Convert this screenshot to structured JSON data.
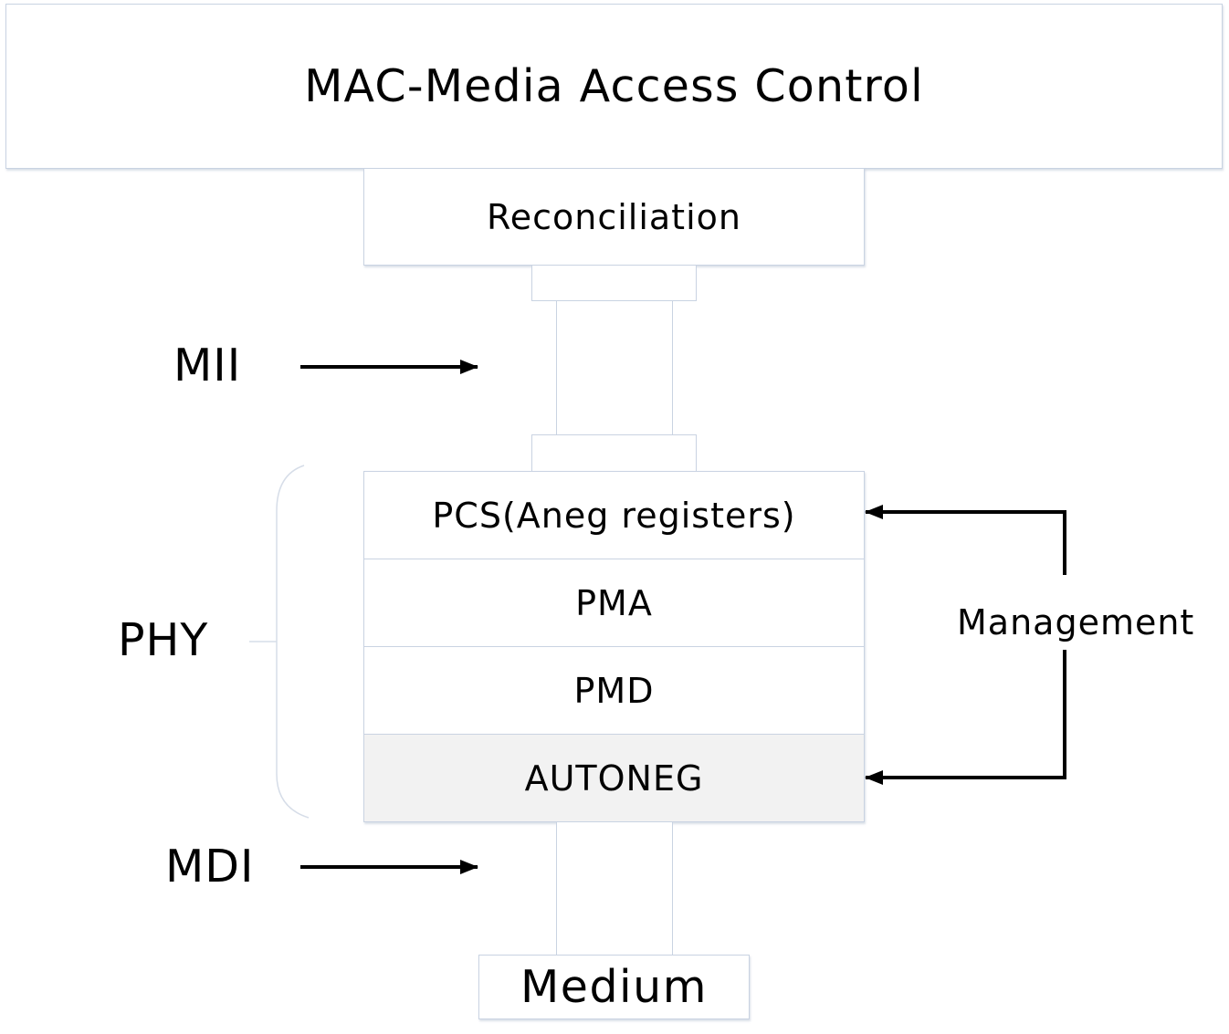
{
  "mac": {
    "label": "MAC-Media Access Control"
  },
  "reconciliation": {
    "label": "Reconciliation"
  },
  "interfaces": {
    "mii": "MII",
    "mdi": "MDI"
  },
  "phy": {
    "label": "PHY",
    "layers": [
      {
        "label": "PCS(Aneg registers)"
      },
      {
        "label": "PMA"
      },
      {
        "label": "PMD"
      },
      {
        "label": "AUTONEG"
      }
    ]
  },
  "management": {
    "label": "Management"
  },
  "medium": {
    "label": "Medium"
  },
  "colors": {
    "box_border": "#c9d3e2",
    "autoneg_fill": "#f2f2f2",
    "arrow": "#000000",
    "brace": "#d6dde8"
  }
}
